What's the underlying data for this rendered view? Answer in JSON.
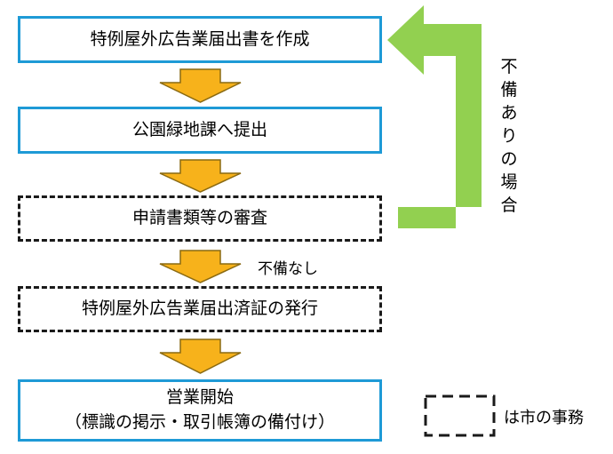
{
  "flow": {
    "step1": "特例屋外広告業届出書を作成",
    "step2": "公園緑地課へ提出",
    "step3": "申請書類等の審査",
    "step4": "特例屋外広告業届出済証の発行",
    "step5_line1": "営業開始",
    "step5_line2": "（標識の掲示・取引帳簿の備付け）"
  },
  "labels": {
    "no_defect": "不備なし",
    "defect": "不備ありの場合"
  },
  "legend": {
    "text": "は市の事務"
  },
  "colors": {
    "box_border": "#1e9ad6",
    "down_arrow_fill": "#f7b21b",
    "down_arrow_stroke": "#8a6a12",
    "return_arrow": "#92d050",
    "dashed_border": "#1a1a1a"
  }
}
